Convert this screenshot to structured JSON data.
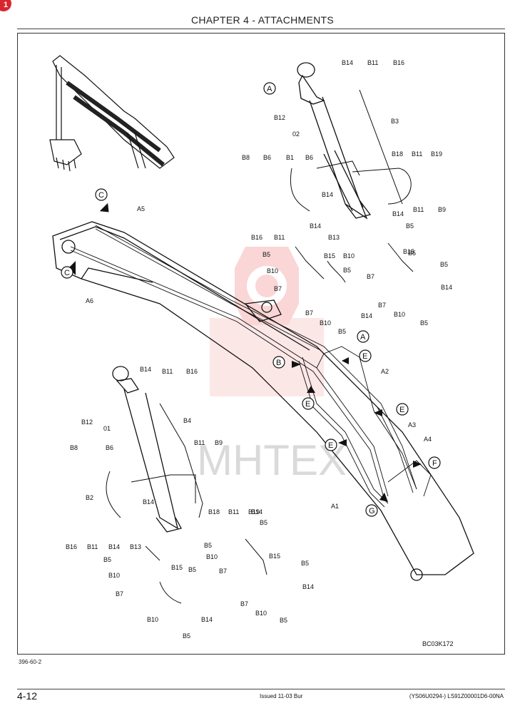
{
  "header": {
    "chapter_title": "CHAPTER 4 - ATTACHMENTS",
    "corner_mark": "1"
  },
  "figure": {
    "figure_code": "BC03K172",
    "watermark": "MHTEX",
    "callouts": [
      "A",
      "B",
      "C",
      "C",
      "E",
      "E",
      "E",
      "E",
      "F",
      "G"
    ],
    "part_labels": {
      "top_cyl": [
        "B14",
        "B11",
        "B16",
        "B12",
        "02",
        "B3",
        "B8",
        "B6",
        "B1",
        "B6",
        "B14",
        "B18",
        "B11",
        "B19",
        "B11",
        "B9",
        "B16",
        "B11",
        "B14",
        "B13",
        "B14",
        "B5",
        "B5",
        "B15",
        "B10",
        "B10",
        "B5",
        "B7",
        "B7",
        "B5",
        "B15",
        "B5",
        "B7",
        "B14",
        "B10",
        "B14",
        "B7",
        "B10",
        "B5",
        "B5"
      ],
      "boom": [
        "A5",
        "A6",
        "A",
        "E",
        "A2",
        "E",
        "A3",
        "A4",
        "E",
        "F",
        "A1",
        "G"
      ],
      "bottom_cyl": [
        "B14",
        "B11",
        "B16",
        "B12",
        "01",
        "B4",
        "B6",
        "B8",
        "B11",
        "B9",
        "B2",
        "B14",
        "B18",
        "B11",
        "B19",
        "B16",
        "B11",
        "B14",
        "B13",
        "B14",
        "B5",
        "B5",
        "B10",
        "B15",
        "B5",
        "B5",
        "B10",
        "B15",
        "B5",
        "B7",
        "B14",
        "B7",
        "B10",
        "B14",
        "B7",
        "B10",
        "B5",
        "B5"
      ]
    }
  },
  "footer": {
    "figure_id": "396-60-2",
    "page_number": "4-12",
    "issued": "Issued 11-03   Bur",
    "codes": "(YS06U0294-)   LS91Z00001D6-00NA"
  }
}
